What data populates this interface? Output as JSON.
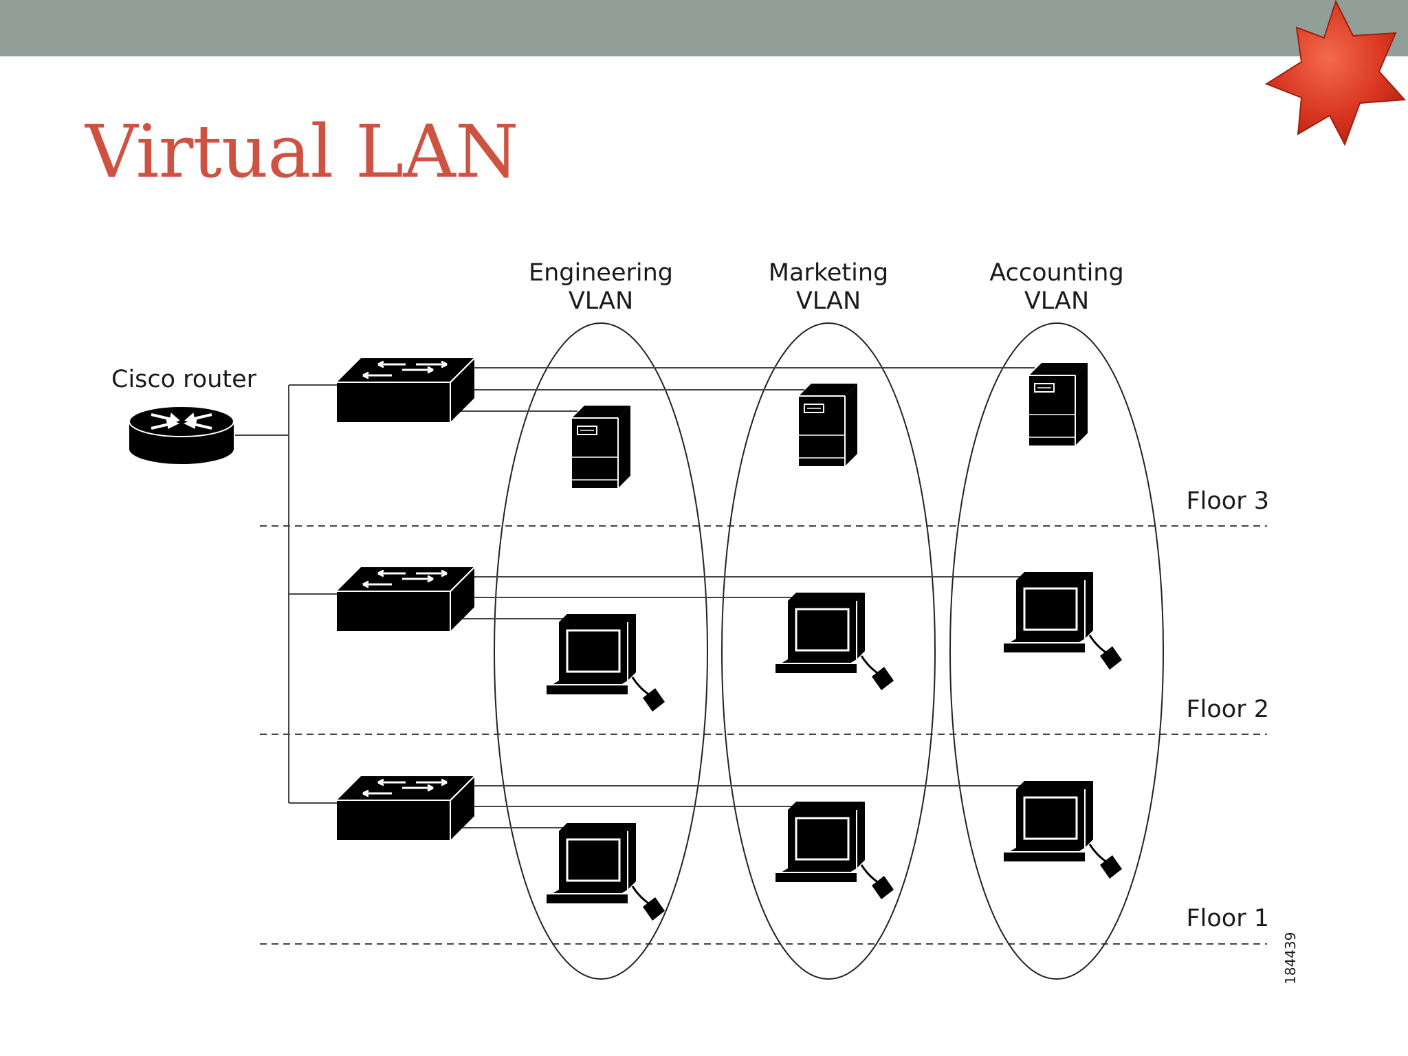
{
  "slide": {
    "title": "Virtual LAN"
  },
  "diagram": {
    "router_label": "Cisco router",
    "vlans": [
      {
        "line1": "Engineering",
        "line2": "VLAN"
      },
      {
        "line1": "Marketing",
        "line2": "VLAN"
      },
      {
        "line1": "Accounting",
        "line2": "VLAN"
      }
    ],
    "floors": [
      "Floor 3",
      "Floor 2",
      "Floor 1"
    ],
    "figure_id": "184439"
  }
}
